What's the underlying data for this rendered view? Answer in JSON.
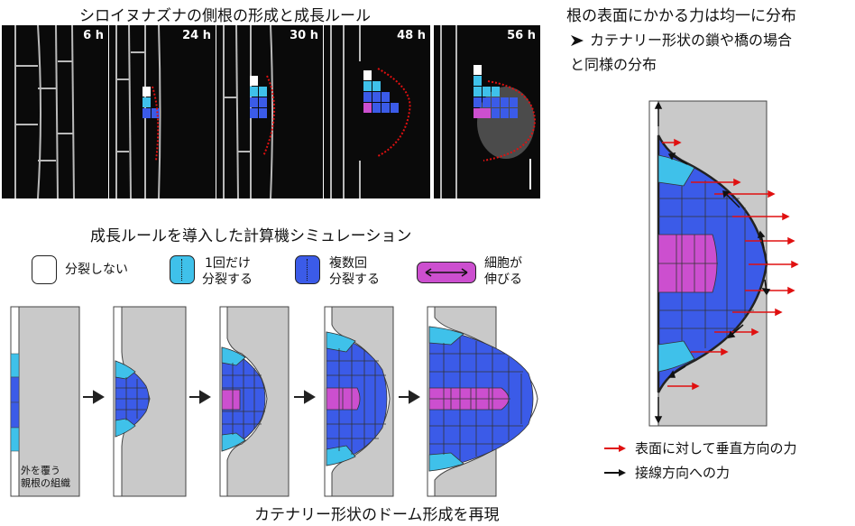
{
  "top_title": "シロイヌナズナの側根の形成と成長ルール",
  "panels": [
    {
      "time": "6 h"
    },
    {
      "time": "24 h"
    },
    {
      "time": "30 h"
    },
    {
      "time": "48 h"
    },
    {
      "time": "56 h"
    }
  ],
  "sim_title": "成長ルールを導入した計算機シミュレーション",
  "legend": [
    {
      "label1": "分裂しない",
      "label2": "",
      "color": "#ffffff"
    },
    {
      "label1": "1回だけ",
      "label2": "分裂する",
      "color": "#3fc1ea"
    },
    {
      "label1": "複数回",
      "label2": "分裂する",
      "color": "#3b5be8"
    },
    {
      "label1": "細胞が",
      "label2": "伸びる",
      "color": "#cc4fcf"
    }
  ],
  "tissue_label1": "外を覆う",
  "tissue_label2": "親根の組織",
  "bottom_caption": "カテナリー形状のドーム形成を再現",
  "right_title": "根の表面にかかる力は均一に分布",
  "right_bullet1": "カテナリー形状の鎖や橋の場合",
  "right_bullet2": "と同様の分布",
  "force_red_label": "表面に対して垂直方向の力",
  "force_black_label": "接線方向への力",
  "colors": {
    "gray": "#c9c9c9",
    "light_blue": "#3fc1ea",
    "blue": "#3b5be8",
    "magenta": "#cc4fcf",
    "red": "#e01010"
  }
}
